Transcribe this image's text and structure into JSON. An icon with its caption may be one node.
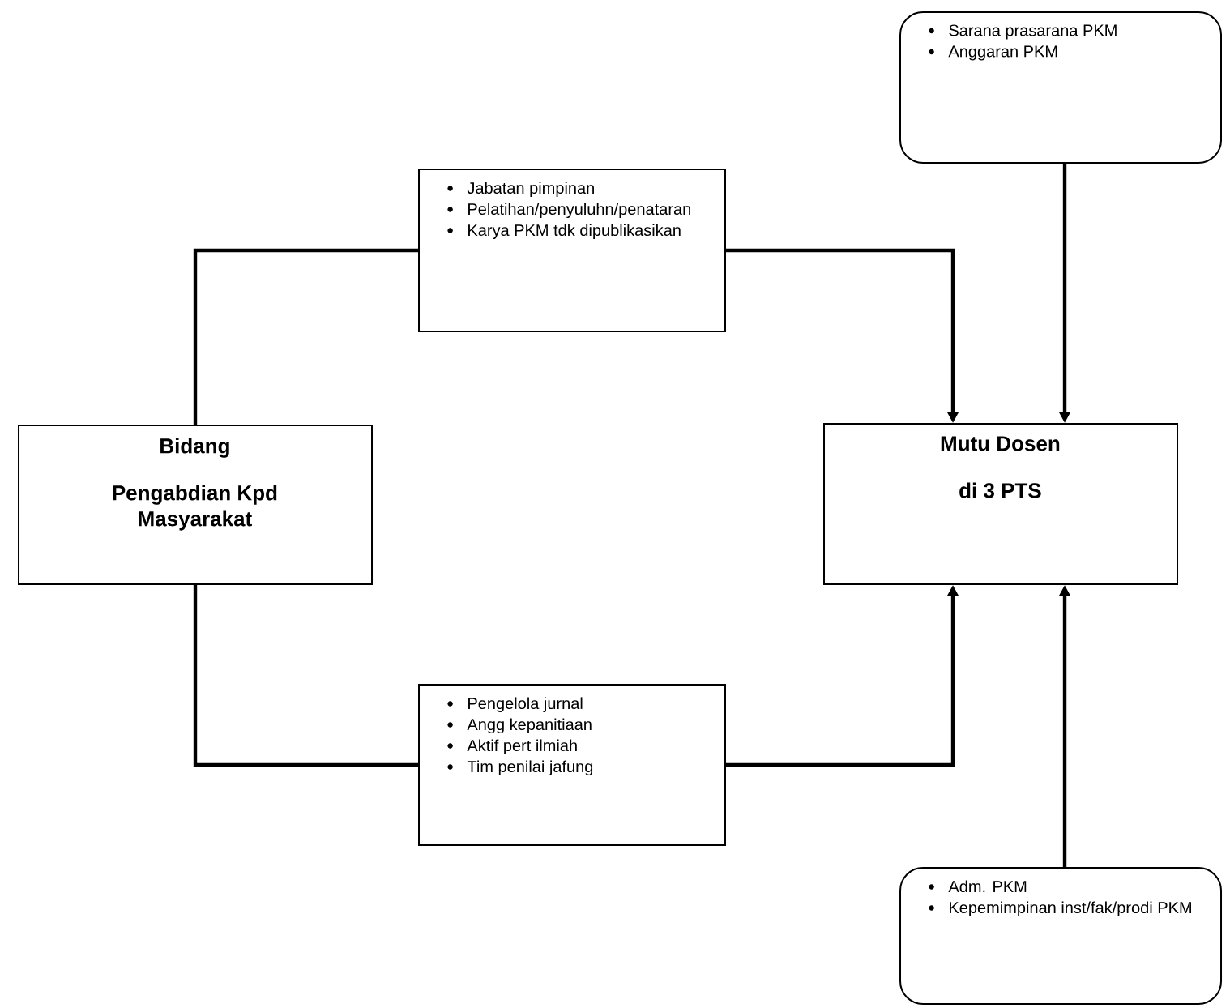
{
  "diagram": {
    "nodes": [
      {
        "text": [
          "Bidang",
          "Pengabdian Kpd Masyarakat"
        ]
      },
      {
        "text": [
          "Jabatan pimpinan",
          "Pelatihan/penyuluhn/penataran",
          "Karya PKM tdk dipublikasikan"
        ]
      },
      {
        "text": [
          "Pengelola jurnal",
          "Angg kepanitiaan",
          "Aktif pert ilmiah",
          "Tim penilai jafung"
        ]
      },
      {
        "text": [
          "Sarana prasarana PKM",
          "Anggaran PKM"
        ]
      },
      {
        "text": [
          "Mutu Dosen",
          "di 3 PTS"
        ]
      },
      {
        "text": [
          "Adm. PKM",
          "Kepemimpinan inst/fak/prodi PKM"
        ]
      }
    ],
    "edges": [
      {
        "from": 0,
        "to": 1,
        "arrow": "none"
      },
      {
        "from": 1,
        "to": 4,
        "arrow": "to"
      },
      {
        "from": 0,
        "to": 2,
        "arrow": "none"
      },
      {
        "from": 2,
        "to": 4,
        "arrow": "to"
      },
      {
        "from": 3,
        "to": 4,
        "arrow": "to"
      },
      {
        "from": 5,
        "to": 4,
        "arrow": "to"
      }
    ]
  }
}
